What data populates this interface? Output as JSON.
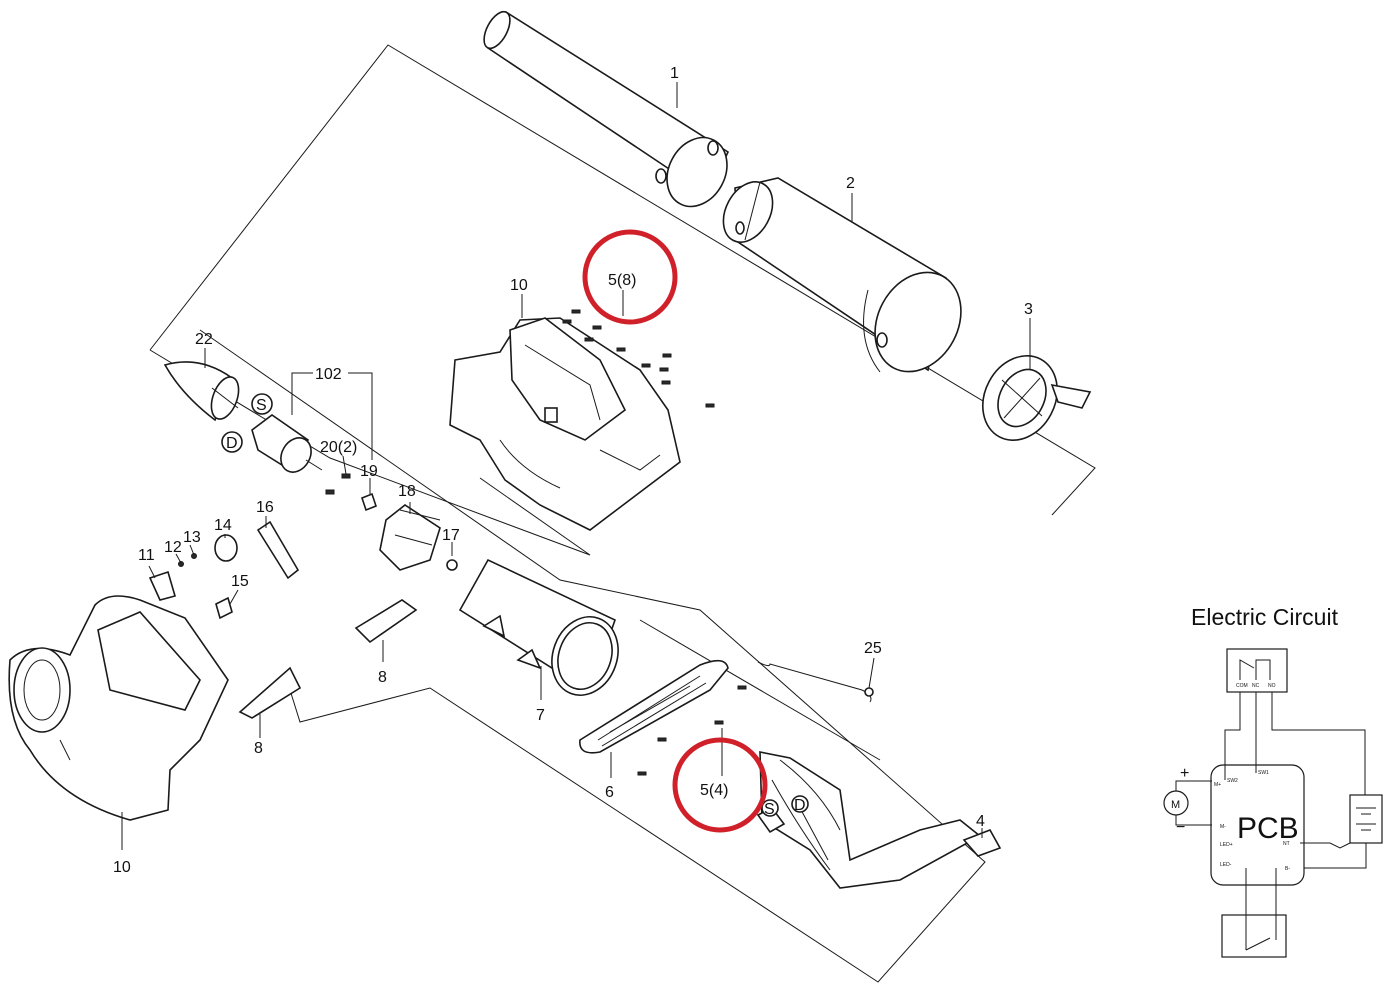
{
  "diagram": {
    "callouts": {
      "c1": "1",
      "c2": "2",
      "c3": "3",
      "c4": "4",
      "c5a": "5(8)",
      "c5b": "5(4)",
      "c6": "6",
      "c7": "7",
      "c8a": "8",
      "c8b": "8",
      "c10a": "10",
      "c10b": "10",
      "c11": "11",
      "c12": "12",
      "c13": "13",
      "c14": "14",
      "c15": "15",
      "c16": "16",
      "c17": "17",
      "c18": "18",
      "c19": "19",
      "c20": "20(2)",
      "c22": "22",
      "c25": "25",
      "c102": "102"
    },
    "wire_marks": {
      "s_top": "S",
      "d_top": "D",
      "s_bot": "S",
      "d_bot": "D"
    },
    "highlight_color": "#d0202a"
  },
  "circuit": {
    "title": "Electric Circuit",
    "board_label": "PCB",
    "motor_label": "M",
    "plus": "+",
    "minus": "−",
    "pins": {
      "com": "COM",
      "nc": "NC",
      "no": "NO",
      "m_plus": "M+",
      "m_minus": "M-",
      "sw2": "SW2",
      "sw1": "SW1",
      "led_plus": "LED+",
      "led_minus": "LED-",
      "nt": "NT",
      "b_minus": "B-"
    }
  }
}
